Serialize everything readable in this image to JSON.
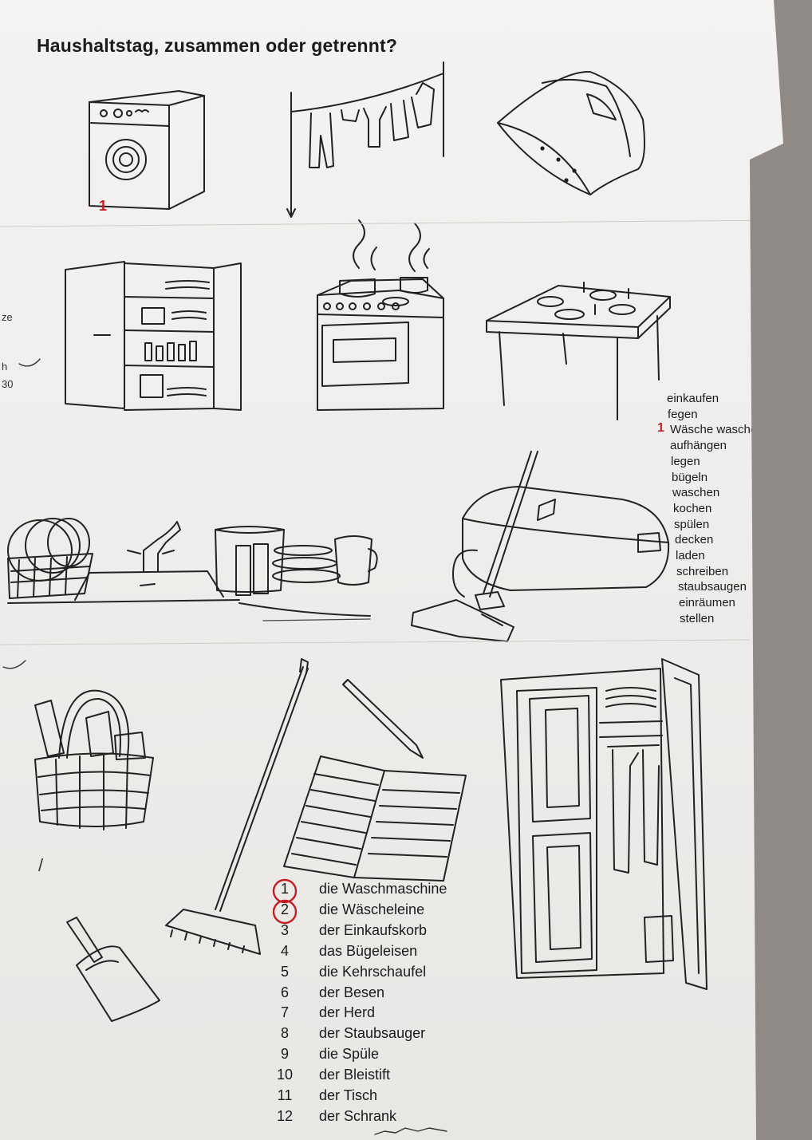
{
  "title": "Haushaltstag, zusammen oder getrennt?",
  "margin_fragments": [
    "ze",
    "h",
    "30"
  ],
  "handwritten_marks": {
    "washer_number": "1",
    "verb_mark": "1",
    "basket_mark": "/"
  },
  "verbs": [
    "einkaufen",
    "fegen",
    "Wäsche waschen",
    "aufhängen",
    "legen",
    "bügeln",
    "waschen",
    "kochen",
    "spülen",
    "decken",
    "laden",
    "schreiben",
    "staubsaugen",
    "einräumen",
    "stellen"
  ],
  "nouns": [
    {
      "num": "1",
      "word": "die Waschmaschine"
    },
    {
      "num": "2",
      "word": "die Wäscheleine"
    },
    {
      "num": "3",
      "word": "der Einkaufskorb"
    },
    {
      "num": "4",
      "word": "das Bügeleisen"
    },
    {
      "num": "5",
      "word": "die Kehrschaufel"
    },
    {
      "num": "6",
      "word": "der Besen"
    },
    {
      "num": "7",
      "word": "der Herd"
    },
    {
      "num": "8",
      "word": "der Staubsauger"
    },
    {
      "num": "9",
      "word": "die Spüle"
    },
    {
      "num": "10",
      "word": "der Bleistift"
    },
    {
      "num": "11",
      "word": "der Tisch"
    },
    {
      "num": "12",
      "word": "der Schrank"
    }
  ],
  "colors": {
    "ink": "#1b1b1b",
    "red_pen": "#c21f27",
    "paper": "#f1f0ee"
  }
}
